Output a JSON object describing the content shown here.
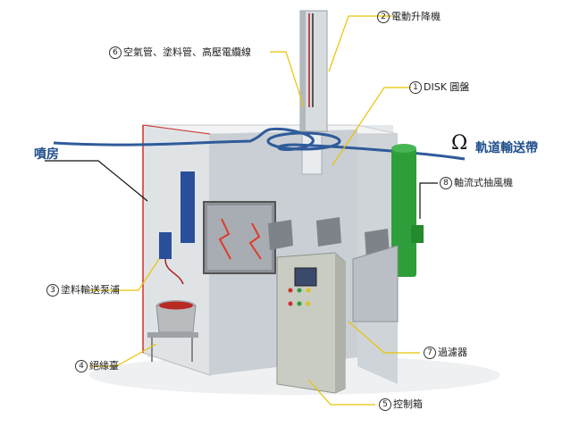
{
  "labels": {
    "lift": {
      "num": "2",
      "text": "電動升降機"
    },
    "pipes": {
      "num": "6",
      "text": "空氣管、塗料管、高壓電纜線"
    },
    "disk": {
      "num": "1",
      "text": "DISK 圓盤"
    },
    "booth": {
      "text": "噴房"
    },
    "conveyor": {
      "symbol": "Ω",
      "text": "軌道輸送帶"
    },
    "fan": {
      "num": "8",
      "text": "軸流式抽風機"
    },
    "pump": {
      "num": "3",
      "text": "塗料輸送泵浦"
    },
    "filter": {
      "num": "7",
      "text": "過濾器"
    },
    "stand": {
      "num": "4",
      "text": "絕緣臺"
    },
    "control": {
      "num": "5",
      "text": "控制箱"
    }
  },
  "colors": {
    "leader": "#e8c400",
    "conveyor": "#2f5b9a",
    "booth_wall": "#d9dde0",
    "fan": "#2e9e3a",
    "pump": "#2a4f9a",
    "panel_red": "#d0302a"
  }
}
